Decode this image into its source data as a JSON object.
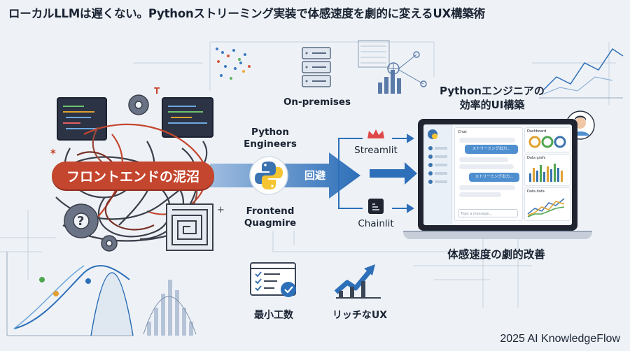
{
  "title": "ローカルLLMは遅くない。Pythonストリーミング実装で体感速度を劇的に変えるUX構築術",
  "left_section": {
    "banner": "フロントエンドの泥沼"
  },
  "center": {
    "top_label": "On-premises",
    "engineers_label": "Python\nEngineers",
    "quagmire_label": "Frontend\nQuagmire",
    "avoid_label": "回避"
  },
  "tools": [
    {
      "name": "Streamlit",
      "icon": "crown-icon"
    },
    {
      "name": "Chainlit",
      "icon": "chainlink-icon"
    }
  ],
  "right_section": {
    "heading": "Pythonエンジニアの\n効率的UI構築",
    "bottom_caption": "体感速度の劇的改善",
    "laptop": {
      "chat_label": "Chat",
      "dashboard_label": "Dashboard",
      "bubble1": "ストリーミング出力...",
      "bubble2": "ストリーミング出力...",
      "data_grafs": "Data grafs",
      "data_data": "Data data",
      "input_placeholder": "Type a message..."
    }
  },
  "benefits": [
    {
      "label": "最小工数",
      "icon": "checklist-icon"
    },
    {
      "label": "リッチなUX",
      "icon": "growth-chart-icon"
    }
  ],
  "footer": "2025 AI KnowledgeFlow",
  "colors": {
    "accent_blue": "#2d6fb8",
    "banner_red": "#c4462e",
    "python_yellow": "#f5c431",
    "python_blue": "#3b73b0"
  }
}
